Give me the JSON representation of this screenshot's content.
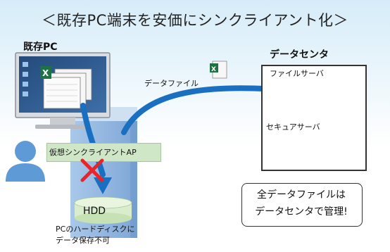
{
  "title": "＜既存PC端末を安価にシンクライアント化＞",
  "pc_label": "既存PC",
  "datacenter": {
    "label": "データセンタ",
    "file_server_label": "ファイルサーバ",
    "secure_server_label": "セキュアサーバ"
  },
  "data_file_label": "データファイル",
  "app_label": "仮想シンクライアントAP",
  "hdd_label": "HDD",
  "no_store_note": [
    "PCのハードディスクに",
    "データ保存不可"
  ],
  "callout": [
    "全データファイルは",
    "データセンタで管理!"
  ],
  "colors": {
    "arrow": "#1a6fc0",
    "cross": "#e8242a",
    "tower": "#8fb4df",
    "app_bar": "#cfe7c7",
    "server_tower": "#f3cd86",
    "user": "#5d9ad6"
  },
  "icons": [
    "monitor-icon",
    "excel-file-icon",
    "pc-tower-icon",
    "hdd-cylinder-icon",
    "user-icon",
    "server-disk-icon",
    "server-tower-icon",
    "cross-mark-icon"
  ]
}
